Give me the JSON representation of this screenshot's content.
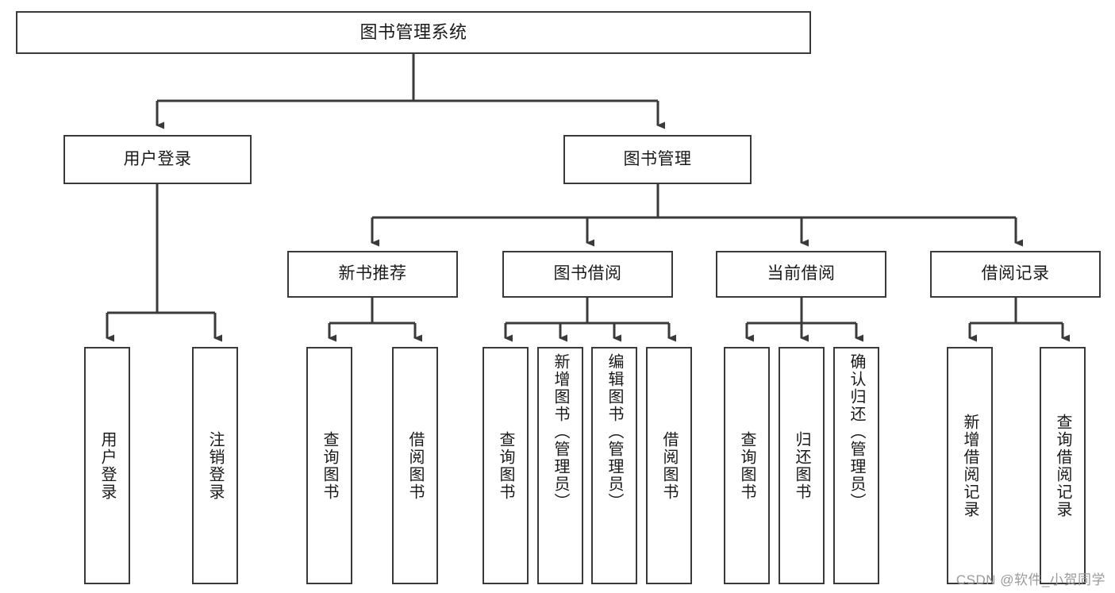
{
  "diagram": {
    "title": "图书管理系统",
    "type": "tree-hierarchy-diagram",
    "colors": {
      "box_border": "#3a3a3a",
      "box_fill": "#ffffff",
      "connector": "#3a3a3a",
      "text": "#1a1a1a",
      "watermark": "#9a9a9a",
      "background": "#ffffff"
    },
    "root": {
      "label": "图书管理系统"
    },
    "level2": [
      {
        "label": "用户登录"
      },
      {
        "label": "图书管理"
      }
    ],
    "level3": [
      {
        "label": "新书推荐"
      },
      {
        "label": "图书借阅"
      },
      {
        "label": "当前借阅"
      },
      {
        "label": "借阅记录"
      }
    ],
    "leaves": [
      {
        "label": "用户登录",
        "parent": "用户登录"
      },
      {
        "label": "注销登录",
        "parent": "用户登录"
      },
      {
        "label": "查询图书",
        "parent": "新书推荐"
      },
      {
        "label": "借阅图书",
        "parent": "新书推荐"
      },
      {
        "label": "查询图书",
        "parent": "图书借阅"
      },
      {
        "label": "新增图书（管理员）",
        "parent": "图书借阅"
      },
      {
        "label": "编辑图书（管理员）",
        "parent": "图书借阅"
      },
      {
        "label": "借阅图书",
        "parent": "图书借阅"
      },
      {
        "label": "查询图书",
        "parent": "当前借阅"
      },
      {
        "label": "归还图书",
        "parent": "当前借阅"
      },
      {
        "label": "确认归还（管理员）",
        "parent": "当前借阅"
      },
      {
        "label": "新增借阅记录",
        "parent": "借阅记录"
      },
      {
        "label": "查询借阅记录",
        "parent": "借阅记录"
      }
    ]
  },
  "watermark": {
    "text": "CSDN @软件_小贺同学"
  }
}
